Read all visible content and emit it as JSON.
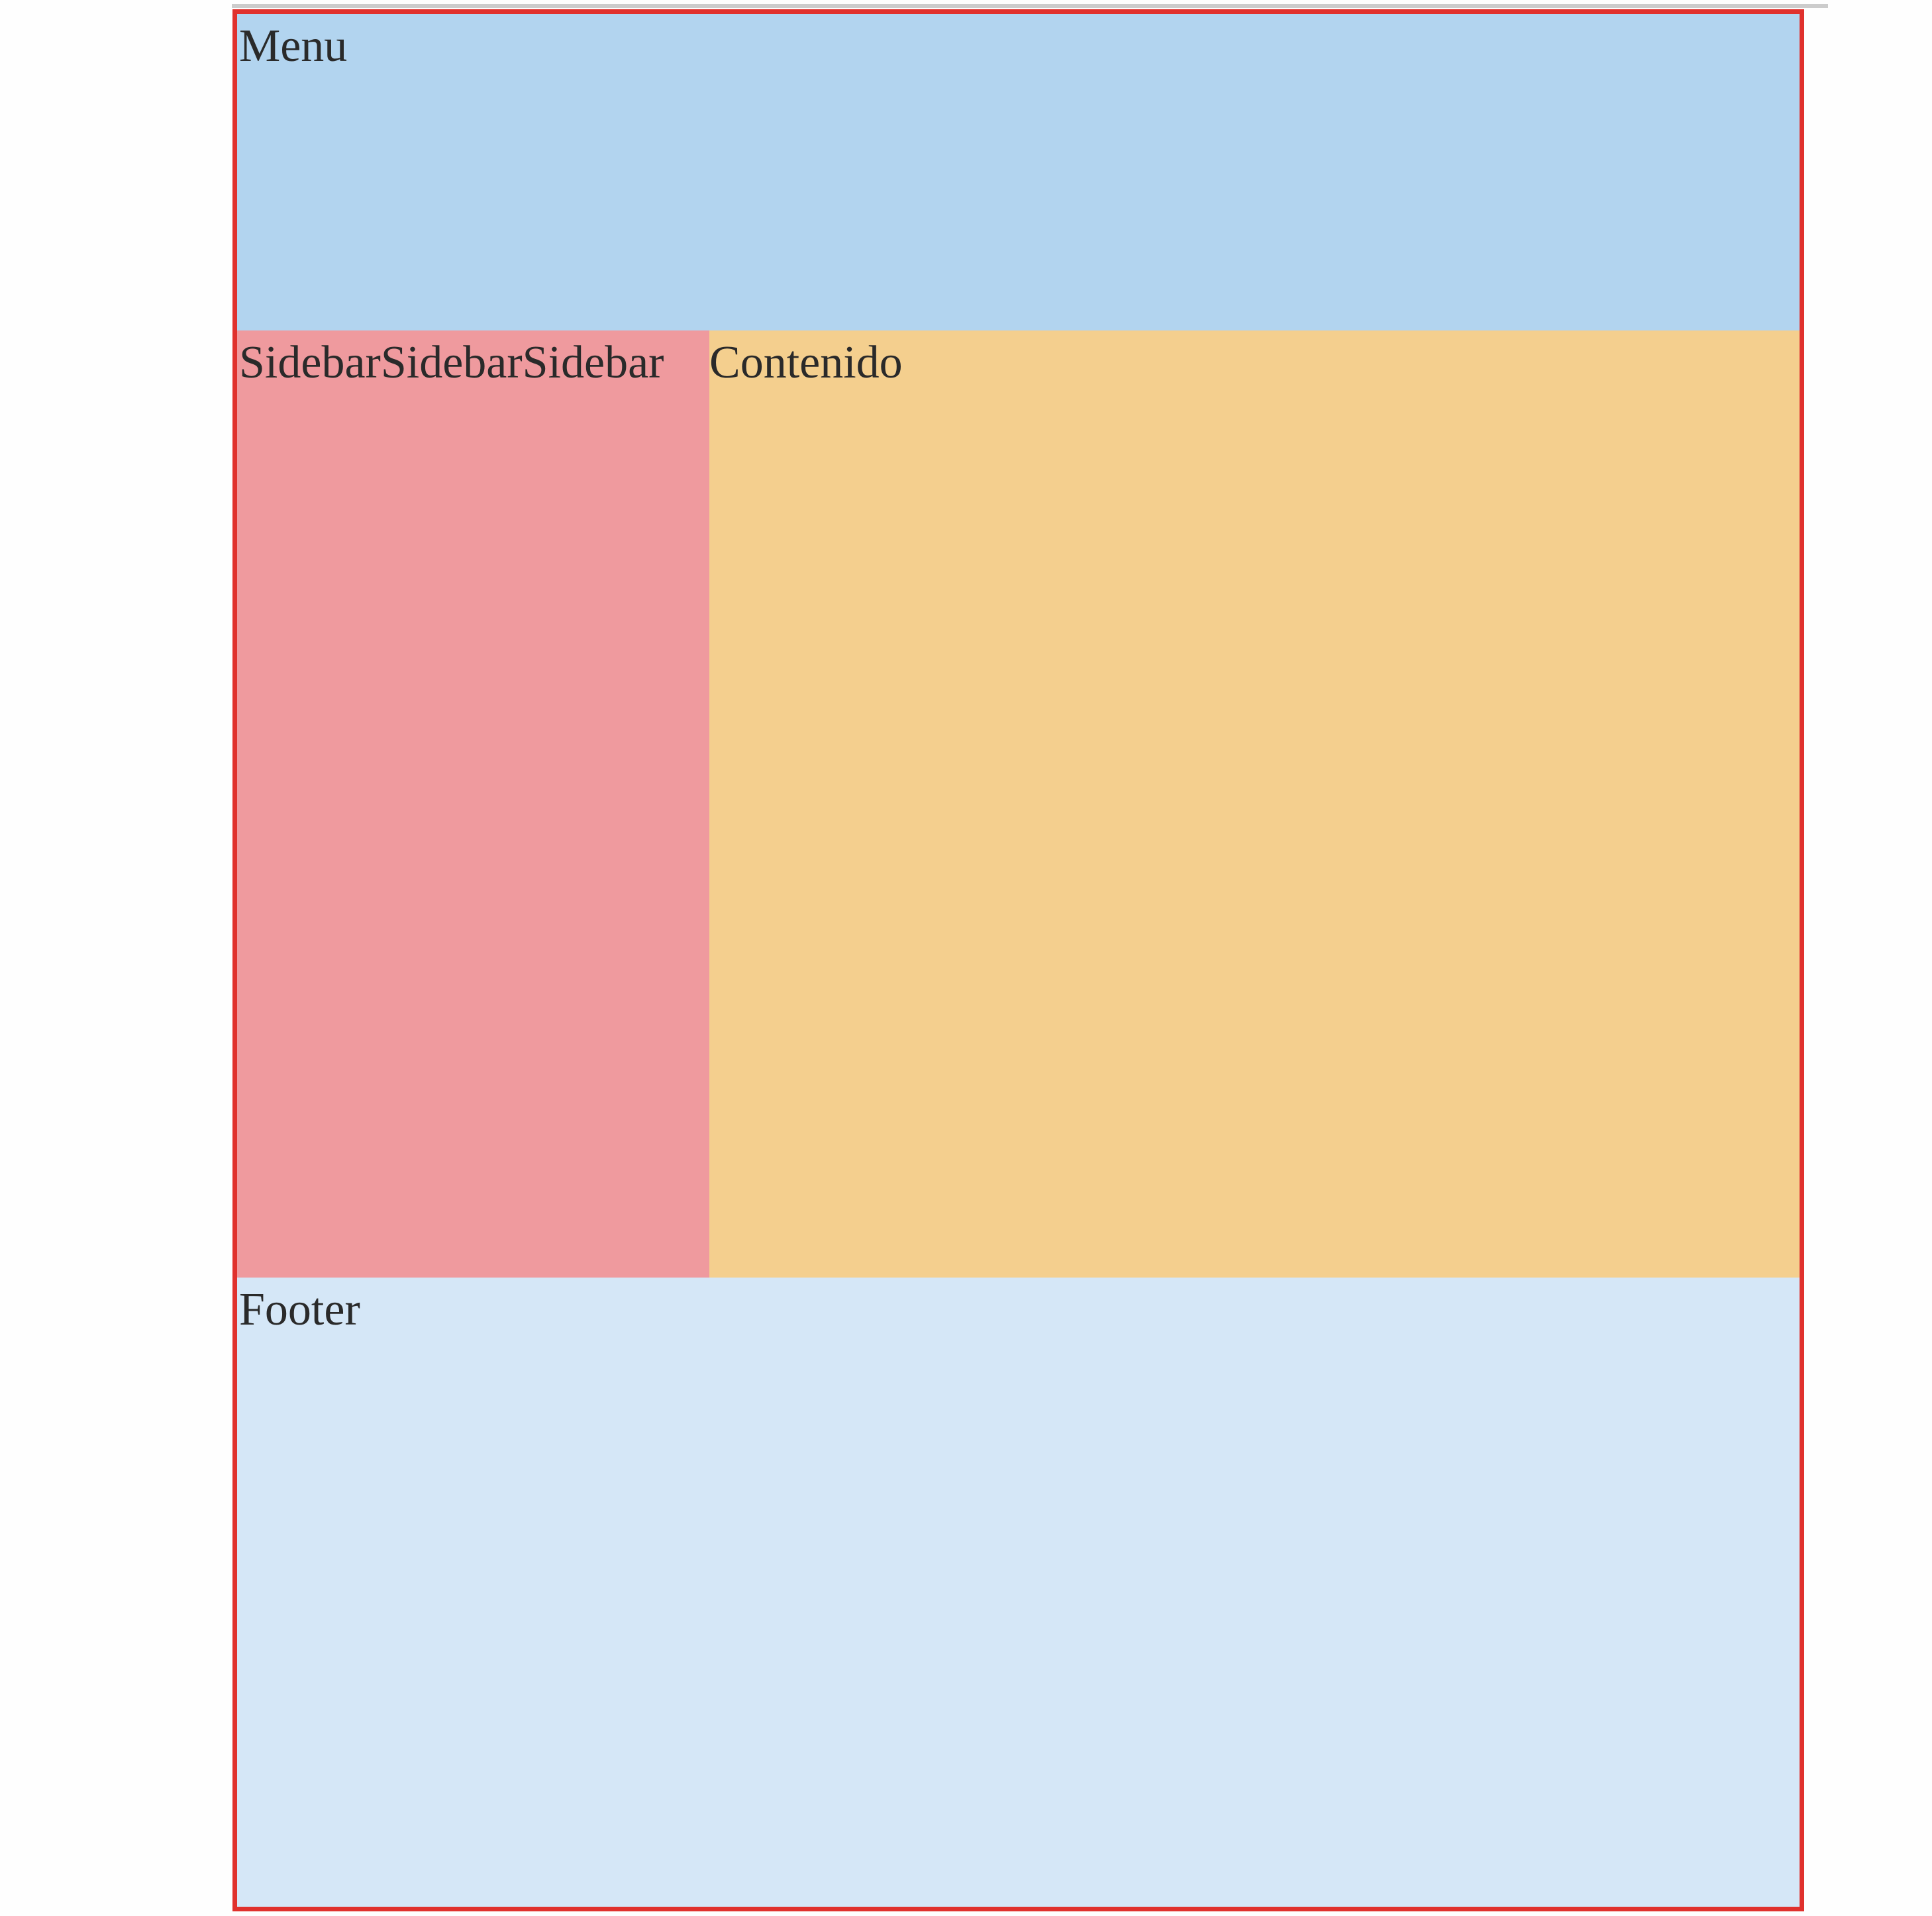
{
  "menu": {
    "label": "Menu"
  },
  "sidebar": {
    "label": "SidebarSidebarSidebar"
  },
  "content": {
    "label": "Contenido"
  },
  "footer": {
    "label": "Footer"
  },
  "colors": {
    "border": "#e0312d",
    "menu_bg": "#b2d4ef",
    "sidebar_bg": "#ef9a9e",
    "content_bg": "#f4cf8e",
    "footer_bg": "#d5e7f7"
  }
}
